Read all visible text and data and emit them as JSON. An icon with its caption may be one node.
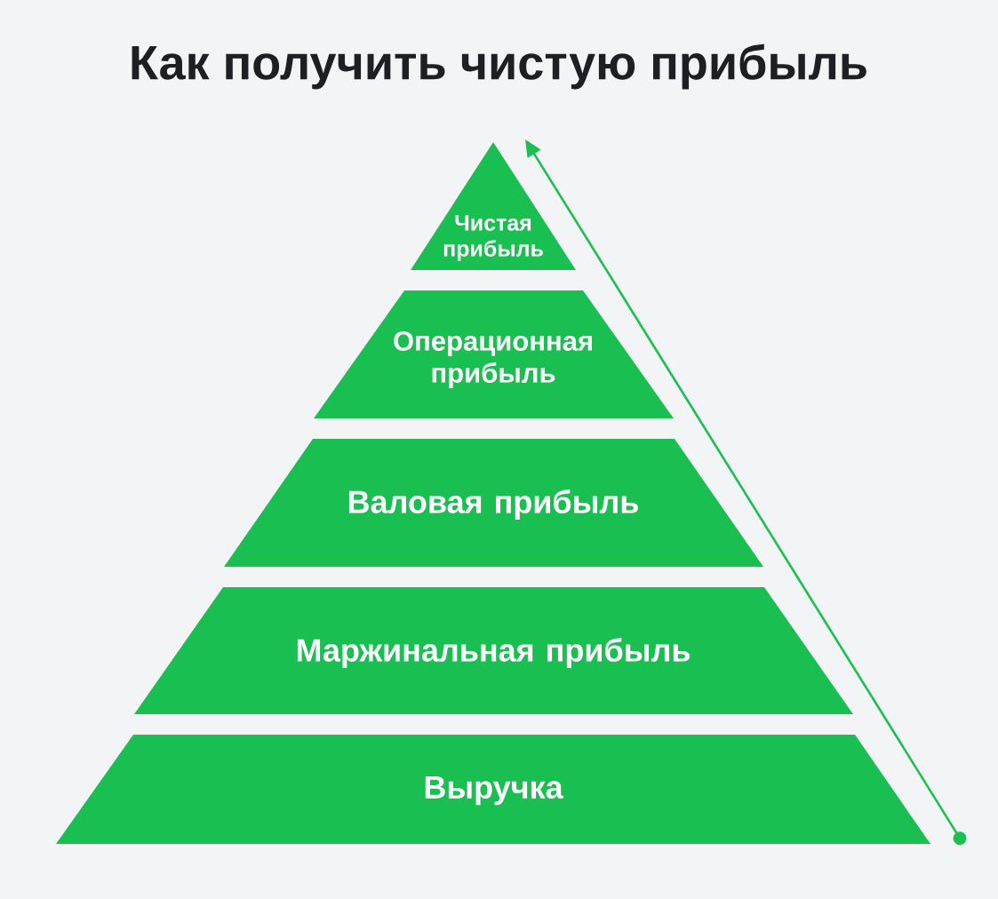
{
  "diagram": {
    "title": "Как получить чистую прибыль",
    "nodes": [
      {
        "text": [
          "Чистая прибыль"
        ]
      },
      {
        "text": [
          "Операционная прибыль"
        ]
      },
      {
        "text": [
          "Валовая прибыль"
        ]
      },
      {
        "text": [
          "Маржинальная прибыль"
        ]
      },
      {
        "text": [
          "Выручка"
        ]
      }
    ]
  }
}
